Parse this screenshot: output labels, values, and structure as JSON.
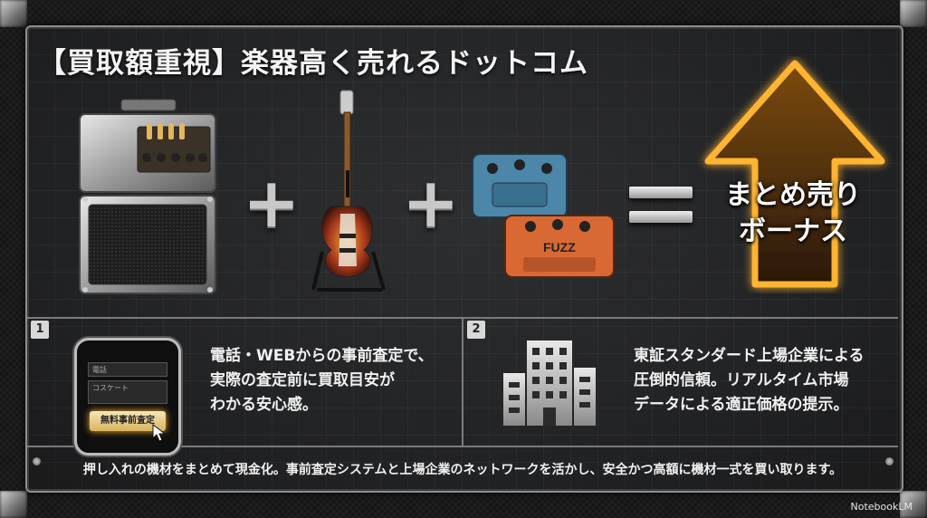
{
  "title": "【買取額重視】楽器高く売れるドットコム",
  "equation": {
    "items": [
      "amp-icon",
      "bass-guitar-icon",
      "effects-pedal-icon"
    ],
    "plus": "+",
    "result_line1": "まとめ売り",
    "result_line2": "ボーナス",
    "pedal_label": "FUZZ"
  },
  "features": [
    {
      "number": "1",
      "text_lines": [
        "電話・WEBからの事前査定で、",
        "実際の査定前に買取目安が",
        "わかる安心感。"
      ],
      "phone_button": "無料事前査定",
      "phone_fields": [
        "電話",
        "コスケート"
      ]
    },
    {
      "number": "2",
      "text_lines": [
        "東証スタンダード上場企業による",
        "圧倒的信頼。リアルタイム市場",
        "データによる適正価格の提示。"
      ]
    }
  ],
  "footer": "押し入れの機材をまとめて現金化。事前査定システムと上場企業のネットワークを活かし、安全かつ高額に機材一式を買い取ります。",
  "watermark": "NotebookLM",
  "colors": {
    "glow": "#ffb433",
    "text": "#f1f1f1",
    "frame": "#8e8e8e"
  }
}
